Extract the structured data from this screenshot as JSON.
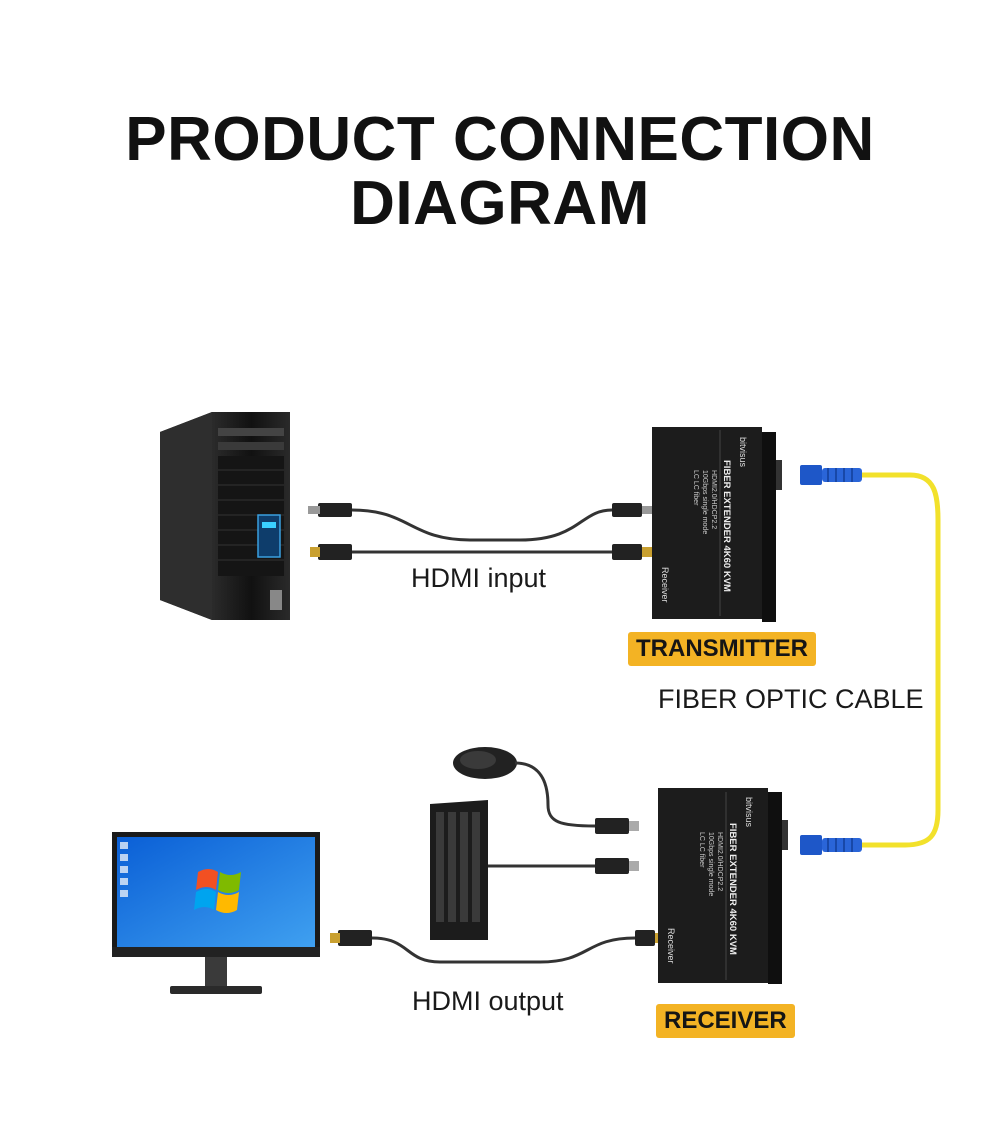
{
  "title": {
    "line1": "PRODUCT CONNECTION",
    "line2": "DIAGRAM"
  },
  "labels": {
    "hdmi_input": "HDMI input",
    "hdmi_output": "HDMI output",
    "fiber_cable": "FIBER OPTIC CABLE",
    "transmitter": "TRANSMITTER",
    "receiver": "RECEIVER"
  },
  "device": {
    "brand": "bitvisus",
    "model": "FIBER EXTENDER 4K60 KVM",
    "spec1": "HDMI2.0/HDCP2.2",
    "spec2": "10Gbps single mode",
    "spec3": "LC LC fiber",
    "side_label": "Receiver"
  },
  "colors": {
    "badge": "#f3b324",
    "fiber": "#f2e12b",
    "connector": "#1e57c8",
    "device": "#1c1c1c"
  }
}
